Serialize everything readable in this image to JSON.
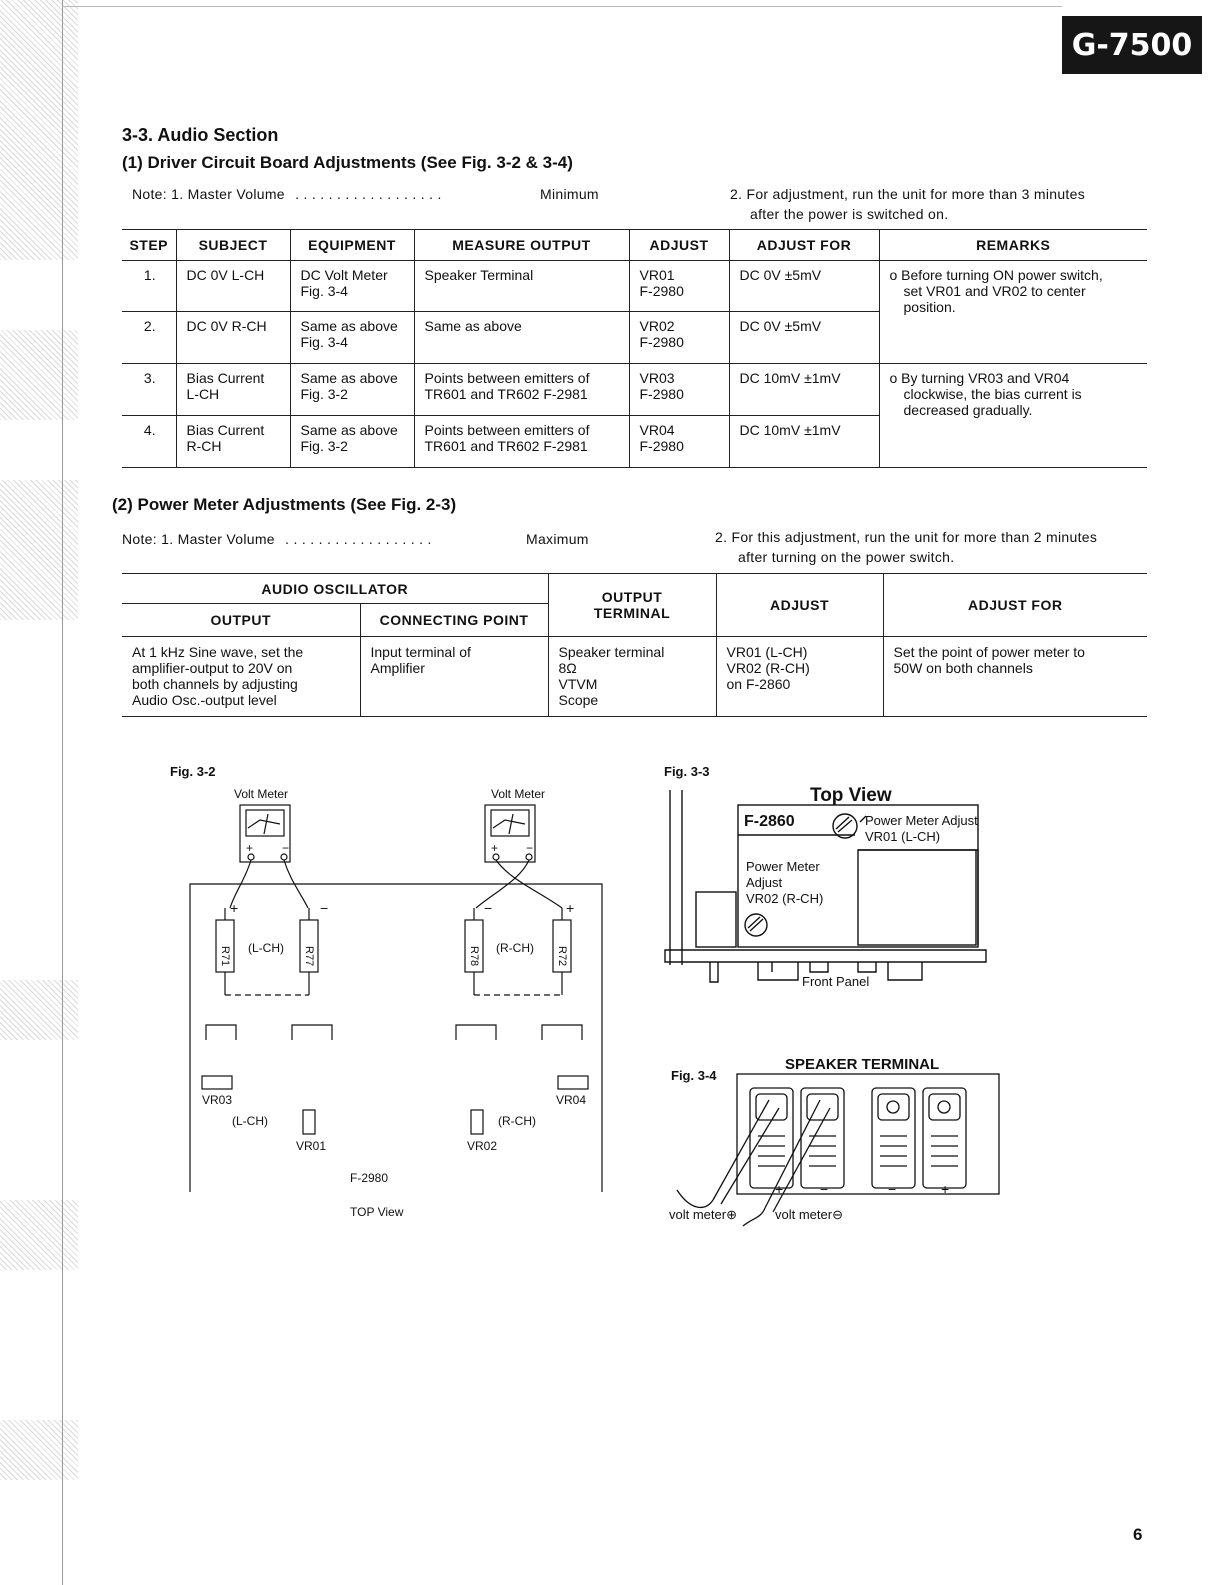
{
  "header": {
    "model": "G-7500"
  },
  "section_title": "3-3. Audio Section",
  "part1": {
    "title": "(1) Driver Circuit Board Adjustments (See Fig. 3-2 & 3-4)",
    "note1_label": "Note: 1. Master Volume",
    "note1_dots": ". . . . . . . . . . . . . . . . . .",
    "note1_value": "Minimum",
    "note2_line1": "2. For adjustment, run the unit for more than 3 minutes",
    "note2_line2": "after the power is switched on.",
    "table": {
      "headers": [
        "STEP",
        "SUBJECT",
        "EQUIPMENT",
        "MEASURE OUTPUT",
        "ADJUST",
        "ADJUST FOR",
        "REMARKS"
      ],
      "rows": [
        {
          "step": "1.",
          "subject": "DC 0V L-CH",
          "equipment": "DC Volt Meter",
          "equipment2": "Fig. 3-4",
          "measure": "Speaker Terminal",
          "measure2": "",
          "adjust": "VR01",
          "adjust2": "F-2980",
          "adjust_for": "DC 0V ±5mV"
        },
        {
          "step": "2.",
          "subject": "DC 0V R-CH",
          "equipment": "Same as above",
          "equipment2": "Fig. 3-4",
          "measure": "Same as above",
          "measure2": "",
          "adjust": "VR02",
          "adjust2": "F-2980",
          "adjust_for": "DC 0V ±5mV"
        },
        {
          "step": "3.",
          "subject": "Bias Current",
          "subject2": "L-CH",
          "equipment": "Same as above",
          "equipment2": "Fig. 3-2",
          "measure": "Points between emitters of",
          "measure2": "TR601 and TR602 F-2981",
          "adjust": "VR03",
          "adjust2": "F-2980",
          "adjust_for": "DC 10mV ±1mV"
        },
        {
          "step": "4.",
          "subject": "Bias Current",
          "subject2": "R-CH",
          "equipment": "Same as above",
          "equipment2": "Fig. 3-2",
          "measure": "Points between emitters of",
          "measure2": "TR601 and TR602 F-2981",
          "adjust": "VR04",
          "adjust2": "F-2980",
          "adjust_for": "DC 10mV ±1mV"
        }
      ],
      "remark1": [
        "o Before turning ON power switch,",
        "set VR01 and VR02 to center",
        "position."
      ],
      "remark2": [
        "o By turning VR03 and VR04",
        "clockwise, the bias current is",
        "decreased gradually."
      ]
    }
  },
  "part2": {
    "title": "(2) Power Meter Adjustments (See Fig. 2-3)",
    "note1_label": "Note: 1. Master Volume",
    "note1_dots": ". . . . . . . . . . . . . . . . . .",
    "note1_value": "Maximum",
    "note2_line1": "2. For this adjustment, run the unit for more than 2 minutes",
    "note2_line2": "after turning on the power switch.",
    "table": {
      "group_header": "AUDIO OSCILLATOR",
      "sub_output": "OUTPUT",
      "sub_connecting": "CONNECTING POINT",
      "output_terminal": [
        "OUTPUT",
        "TERMINAL"
      ],
      "adjust_header": "ADJUST",
      "adjust_for_header": "ADJUST FOR",
      "output_lines": [
        "At 1 kHz Sine wave, set the",
        "amplifier-output to 20V on",
        "both channels by adjusting",
        "Audio Osc.-output level"
      ],
      "connecting_lines": [
        "Input terminal of",
        "Amplifier"
      ],
      "terminal_lines": [
        "Speaker terminal",
        "8Ω",
        "VTVM",
        "Scope"
      ],
      "adjust_lines": [
        "VR01 (L-CH)",
        "VR02 (R-CH)",
        "on F-2860"
      ],
      "adjust_for_lines": [
        "Set the point of power meter to",
        "50W on both channels"
      ]
    }
  },
  "fig32": {
    "caption": "Fig. 3-2",
    "volt_meter": "Volt Meter",
    "plus": "+",
    "minus": "−",
    "r71": "R71",
    "r77": "R77",
    "r78": "R78",
    "r72": "R72",
    "lch": "(L-CH)",
    "rch": "(R-CH)",
    "vr03": "VR03",
    "vr04": "VR04",
    "vr01": "VR01",
    "vr02": "VR02",
    "board": "F-2980",
    "view": "TOP View"
  },
  "fig33": {
    "caption": "Fig. 3-3",
    "title": "Top View",
    "board": "F-2860",
    "pm_adjust": "Power Meter Adjust",
    "vr01": "VR01 (L-CH)",
    "pm_label1": "Power Meter",
    "pm_label2": "Adjust",
    "vr02": "VR02 (R-CH)",
    "front_panel": "Front Panel"
  },
  "fig34": {
    "caption": "Fig. 3-4",
    "title": "SPEAKER TERMINAL",
    "plus": "+",
    "minus": "−",
    "volt_plus": "volt meter⊕",
    "volt_minus": "volt meter⊖"
  },
  "page_number": "6"
}
